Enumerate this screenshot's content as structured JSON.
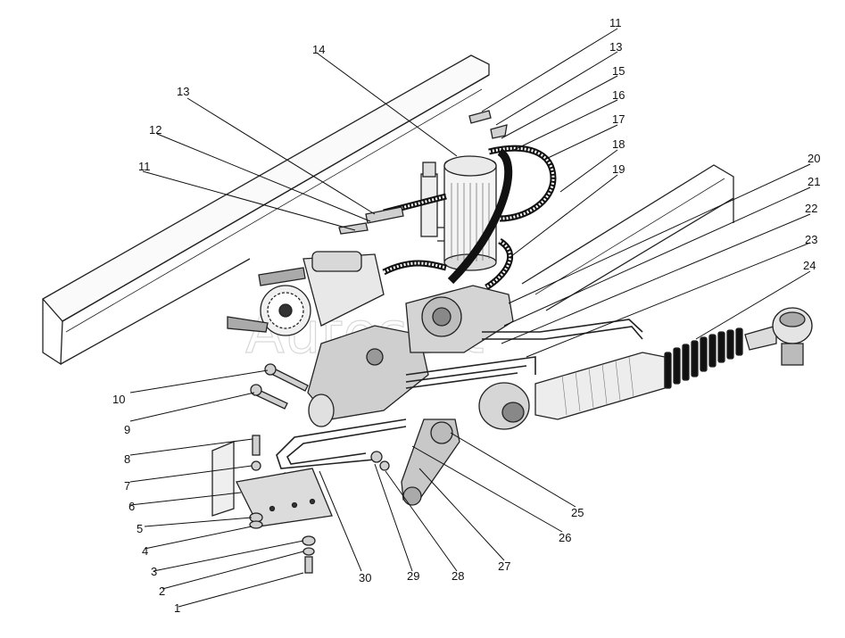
{
  "diagram": {
    "watermark": "Autosoft",
    "callouts": [
      {
        "id": "11-top",
        "label": "11"
      },
      {
        "id": "13-top",
        "label": "13"
      },
      {
        "id": "15",
        "label": "15"
      },
      {
        "id": "16",
        "label": "16"
      },
      {
        "id": "17",
        "label": "17"
      },
      {
        "id": "18",
        "label": "18"
      },
      {
        "id": "19",
        "label": "19"
      },
      {
        "id": "20",
        "label": "20"
      },
      {
        "id": "21",
        "label": "21"
      },
      {
        "id": "22",
        "label": "22"
      },
      {
        "id": "23",
        "label": "23"
      },
      {
        "id": "24",
        "label": "24"
      },
      {
        "id": "14",
        "label": "14"
      },
      {
        "id": "13-left",
        "label": "13"
      },
      {
        "id": "12",
        "label": "12"
      },
      {
        "id": "11-left",
        "label": "11"
      },
      {
        "id": "10",
        "label": "10"
      },
      {
        "id": "9",
        "label": "9"
      },
      {
        "id": "8",
        "label": "8"
      },
      {
        "id": "7",
        "label": "7"
      },
      {
        "id": "6",
        "label": "6"
      },
      {
        "id": "5",
        "label": "5"
      },
      {
        "id": "4",
        "label": "4"
      },
      {
        "id": "3",
        "label": "3"
      },
      {
        "id": "2",
        "label": "2"
      },
      {
        "id": "1",
        "label": "1"
      },
      {
        "id": "30",
        "label": "30"
      },
      {
        "id": "29",
        "label": "29"
      },
      {
        "id": "28",
        "label": "28"
      },
      {
        "id": "27",
        "label": "27"
      },
      {
        "id": "26",
        "label": "26"
      },
      {
        "id": "25",
        "label": "25"
      }
    ]
  }
}
